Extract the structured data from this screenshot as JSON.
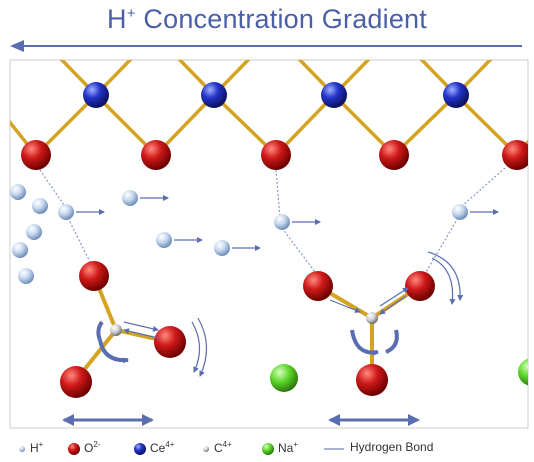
{
  "title": {
    "main": "H",
    "sup": "+",
    "rest": " Concentration Gradient"
  },
  "legend": [
    {
      "label": "H",
      "sup": "+",
      "color": "#b9cfe8"
    },
    {
      "label": "O",
      "sup": "2-",
      "color": "#c0141a"
    },
    {
      "label": "Ce",
      "sup": "4+",
      "color": "#2536b8"
    },
    {
      "label": "C",
      "sup": "4+",
      "color": "#d8d8d8"
    },
    {
      "label": "Na",
      "sup": "+",
      "color": "#5cd62a"
    },
    {
      "label": "Hydrogen Bond",
      "sup": "",
      "color": "#8a97c4"
    }
  ],
  "colors": {
    "arrow": "#5a6db0",
    "bond": "#d4a321",
    "frame": "#cccccc"
  }
}
